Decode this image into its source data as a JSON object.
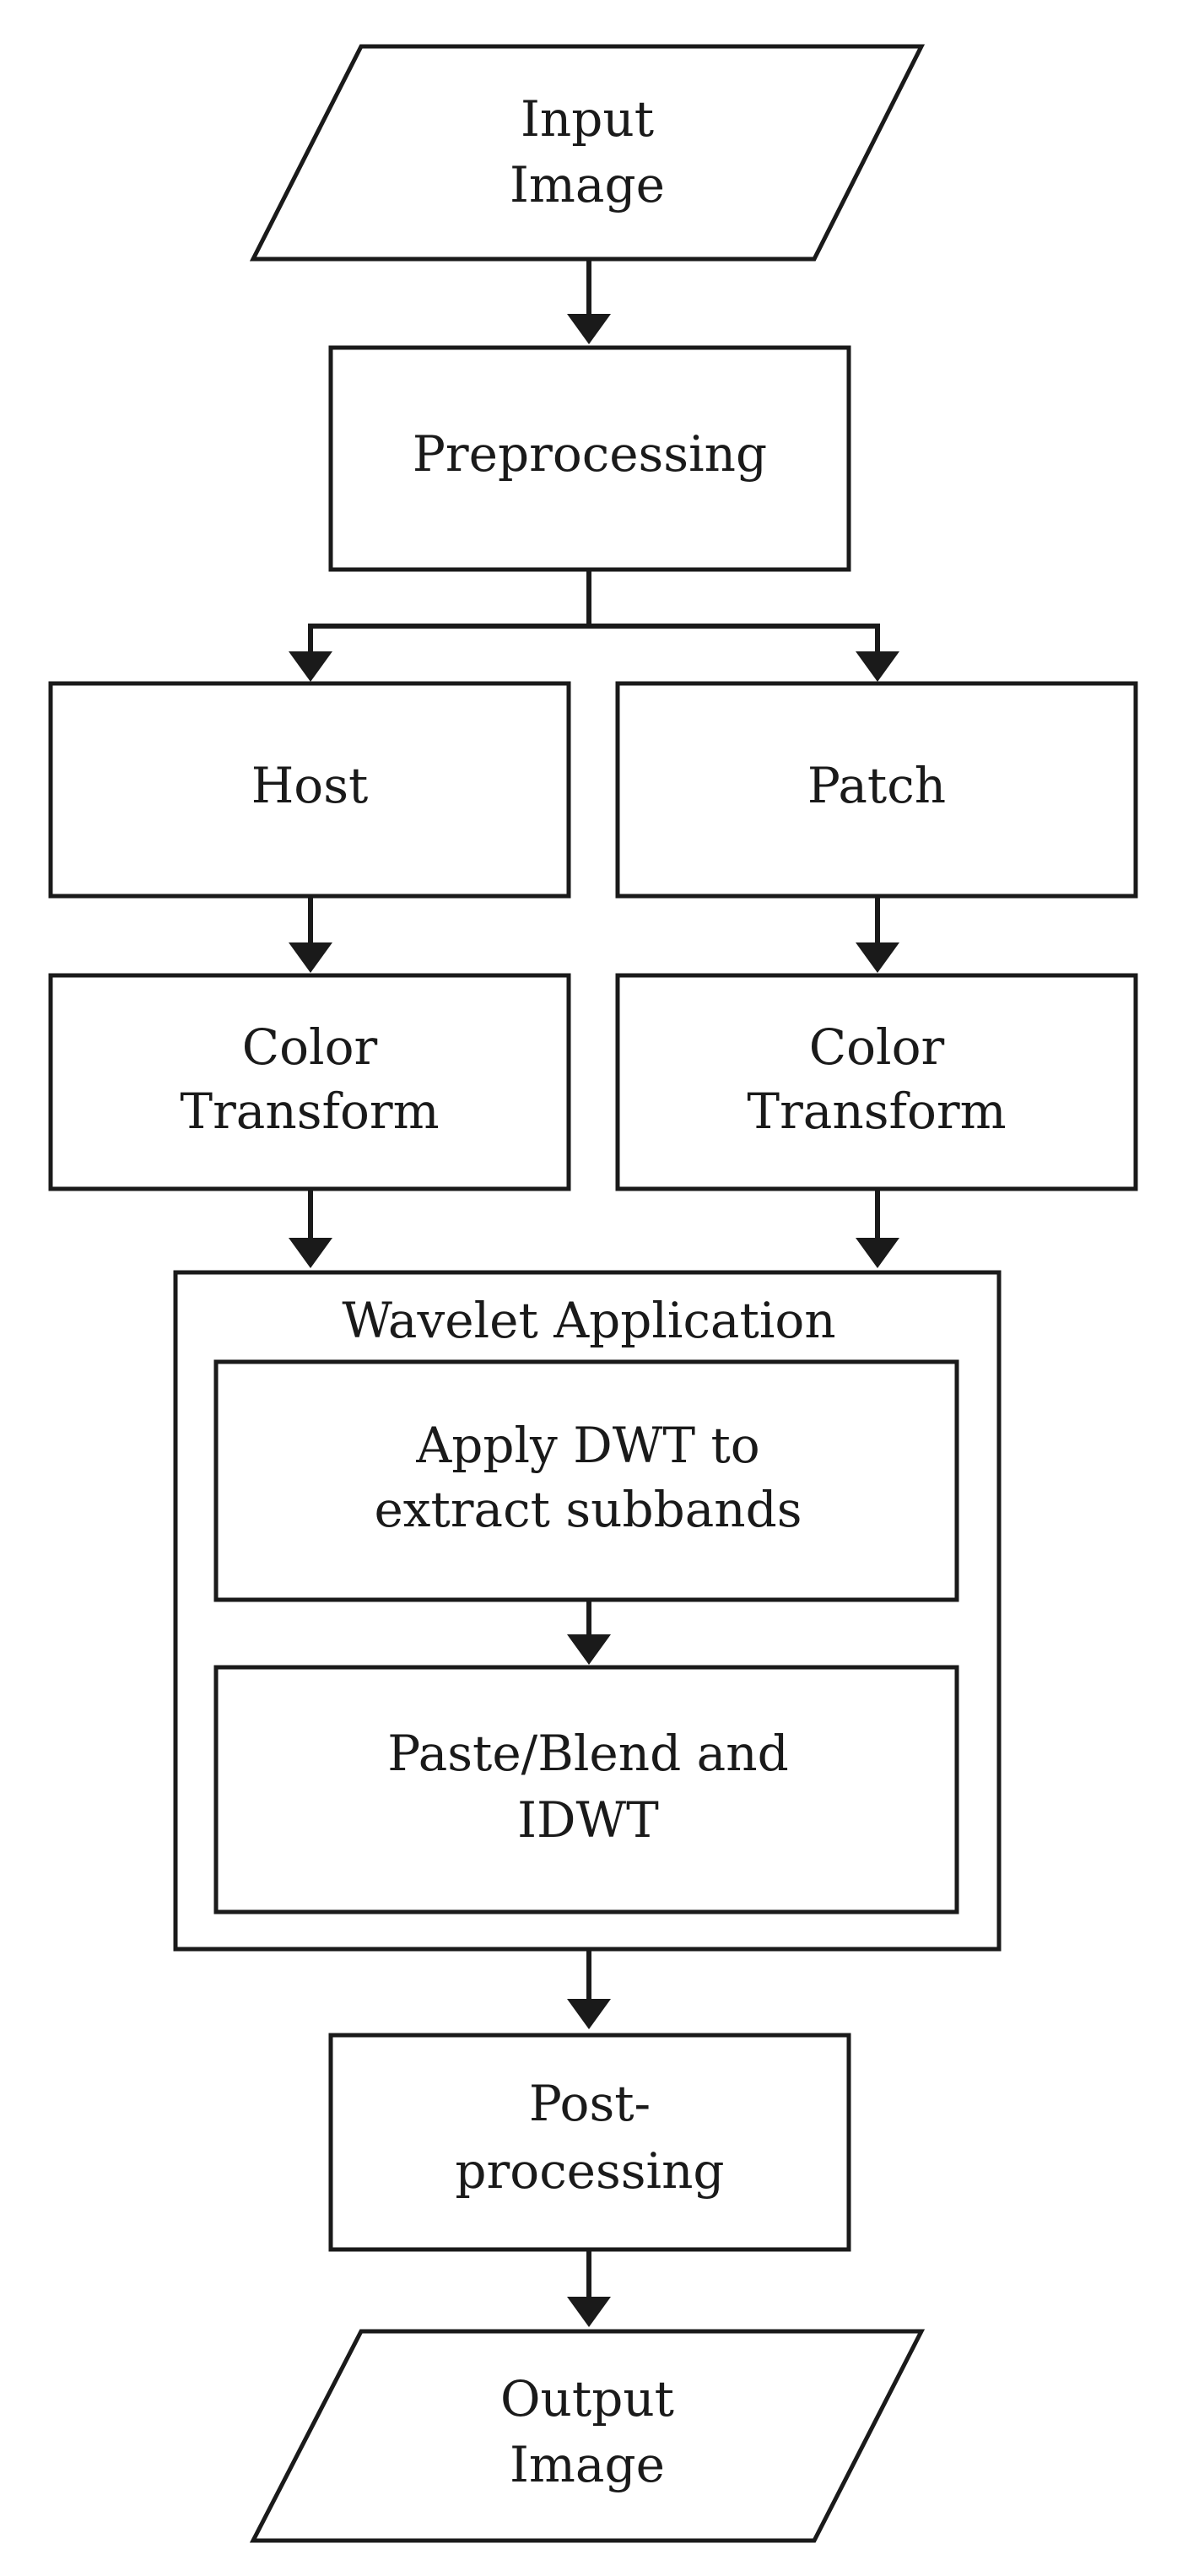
{
  "nodes": {
    "input_image": [
      "Input",
      "Image"
    ],
    "preprocessing": [
      "Preprocessing"
    ],
    "host": [
      "Host"
    ],
    "patch": [
      "Patch"
    ],
    "color_transform_host": [
      "Color",
      "Transform"
    ],
    "color_transform_patch": [
      "Color",
      "Transform"
    ],
    "wavelet_application": [
      "Wavelet Application"
    ],
    "apply_dwt": [
      "Apply DWT to",
      "extract subbands"
    ],
    "paste_blend": [
      "Paste/Blend and",
      "IDWT"
    ],
    "postprocessing": [
      "Post-",
      "processing"
    ],
    "output_image": [
      "Output",
      "Image"
    ]
  },
  "edges": [
    [
      "input_image",
      "preprocessing"
    ],
    [
      "preprocessing",
      "host"
    ],
    [
      "preprocessing",
      "patch"
    ],
    [
      "host",
      "color_transform_host"
    ],
    [
      "patch",
      "color_transform_patch"
    ],
    [
      "color_transform_host",
      "wavelet_application"
    ],
    [
      "color_transform_patch",
      "wavelet_application"
    ],
    [
      "apply_dwt",
      "paste_blend"
    ],
    [
      "wavelet_application",
      "postprocessing"
    ],
    [
      "postprocessing",
      "output_image"
    ]
  ]
}
